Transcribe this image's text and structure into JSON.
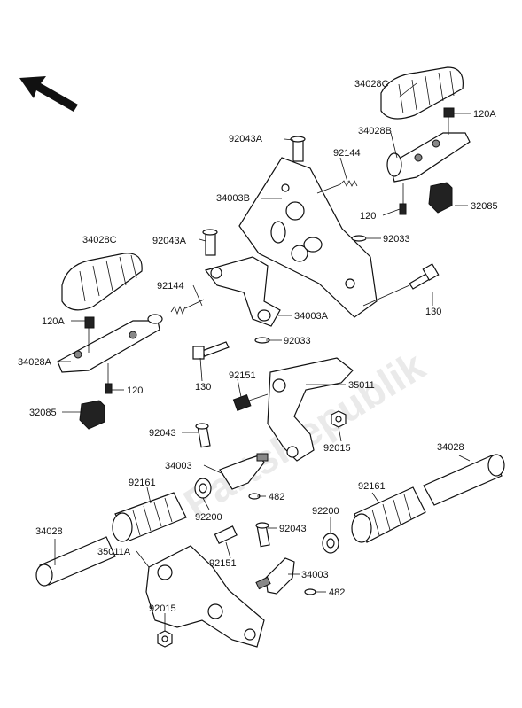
{
  "watermark": "PartsRepublik",
  "labels": [
    {
      "id": "l-34028C-right",
      "text": "34028C"
    },
    {
      "id": "l-120A-right",
      "text": "120A"
    },
    {
      "id": "l-34028B",
      "text": "34028B"
    },
    {
      "id": "l-92043A-top",
      "text": "92043A"
    },
    {
      "id": "l-92144-right",
      "text": "92144"
    },
    {
      "id": "l-34003B",
      "text": "34003B"
    },
    {
      "id": "l-120-right",
      "text": "120"
    },
    {
      "id": "l-32085-right",
      "text": "32085"
    },
    {
      "id": "l-92033-top",
      "text": "92033"
    },
    {
      "id": "l-34028C-left",
      "text": "34028C"
    },
    {
      "id": "l-92043A-mid",
      "text": "92043A"
    },
    {
      "id": "l-92144-left",
      "text": "92144"
    },
    {
      "id": "l-120A-left",
      "text": "120A"
    },
    {
      "id": "l-34003A",
      "text": "34003A"
    },
    {
      "id": "l-130-right",
      "text": "130"
    },
    {
      "id": "l-92033-mid",
      "text": "92033"
    },
    {
      "id": "l-34028A",
      "text": "34028A"
    },
    {
      "id": "l-120-left",
      "text": "120"
    },
    {
      "id": "l-130-left",
      "text": "130"
    },
    {
      "id": "l-92151-top",
      "text": "92151"
    },
    {
      "id": "l-35011",
      "text": "35011"
    },
    {
      "id": "l-32085-left",
      "text": "32085"
    },
    {
      "id": "l-92043-upper",
      "text": "92043"
    },
    {
      "id": "l-92015-right",
      "text": "92015"
    },
    {
      "id": "l-34003-upper",
      "text": "34003"
    },
    {
      "id": "l-34028-right",
      "text": "34028"
    },
    {
      "id": "l-482-upper",
      "text": "482"
    },
    {
      "id": "l-92161-left",
      "text": "92161"
    },
    {
      "id": "l-92200-left",
      "text": "92200"
    },
    {
      "id": "l-92161-right",
      "text": "92161"
    },
    {
      "id": "l-92200-right",
      "text": "92200"
    },
    {
      "id": "l-34028-left",
      "text": "34028"
    },
    {
      "id": "l-92043-lower",
      "text": "92043"
    },
    {
      "id": "l-92151-lower",
      "text": "92151"
    },
    {
      "id": "l-35011A",
      "text": "35011A"
    },
    {
      "id": "l-34003-lower",
      "text": "34003"
    },
    {
      "id": "l-92015-left",
      "text": "92015"
    },
    {
      "id": "l-482-lower",
      "text": "482"
    }
  ]
}
